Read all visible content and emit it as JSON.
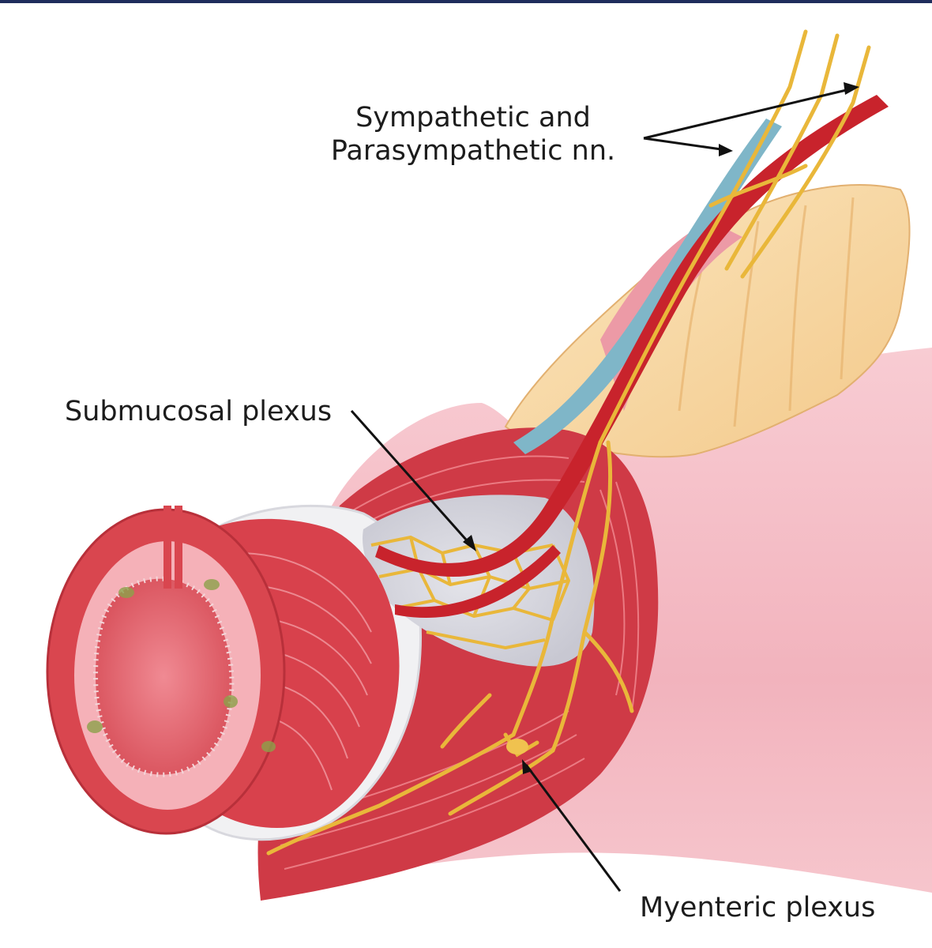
{
  "colors": {
    "top_bar": "#1f2d5c",
    "background": "#ffffff",
    "tissue_pink": "#f3b9c2",
    "muscle_red": "#cc3340",
    "mucosa": "#e87b84",
    "fat": "#f7d9a5",
    "nerve_yellow": "#e9b73a",
    "artery": "#c8232c",
    "vein": "#7fb6c8",
    "serosa": "#f2f2f2",
    "leader": "#111111"
  },
  "labels": {
    "sympathetic_line1": "Sympathetic and",
    "sympathetic_line2": "Parasympathetic nn.",
    "submucosal": "Submucosal plexus",
    "myenteric": "Myenteric plexus"
  }
}
